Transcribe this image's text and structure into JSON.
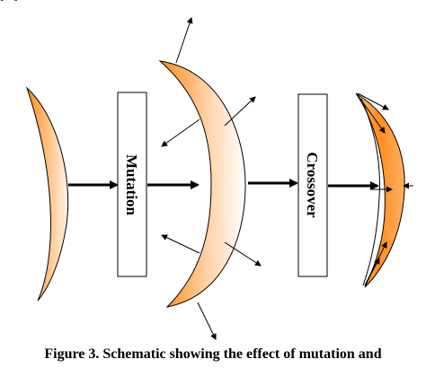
{
  "figure": {
    "top_fragment": "[...]",
    "boxes": {
      "mutation": "Mutation",
      "crossover": "Crossover"
    },
    "caption": "Figure 3. Schematic showing the effect of mutation and",
    "colors": {
      "lens_edge": "#ff8c1a",
      "lens_center": "#ffffff",
      "lens_outline": "#000000",
      "box_fill": "#ffffff",
      "arrow": "#000000"
    }
  }
}
